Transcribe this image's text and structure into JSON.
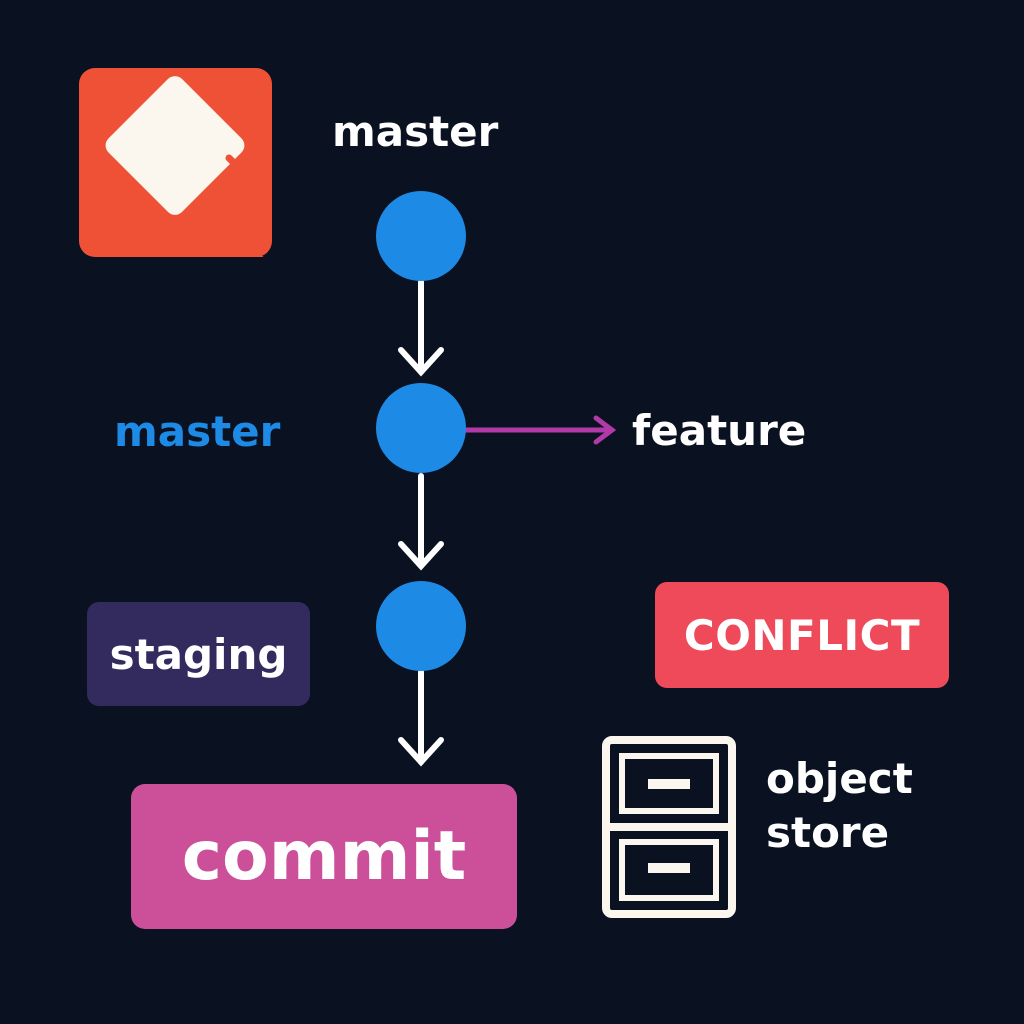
{
  "diagram": {
    "logo": {
      "icon": "git-logo-icon",
      "color": "#ef5136"
    },
    "branch_top_label": "master",
    "branch_mid_label": "master",
    "feature_label": "feature",
    "staging_label": "staging",
    "conflict_label": "CONFLICT",
    "commit_label": "commit",
    "object_store_line1": "object",
    "object_store_line2": "store",
    "object_store_icon": "file-cabinet-icon",
    "colors": {
      "background": "#0a1120",
      "commit_node": "#1d8ae6",
      "branch_arrow": "#b13aa8",
      "staging_bg": "#332a5e",
      "conflict_bg": "#ef4a5a",
      "commit_bg": "#cc4f99"
    },
    "commit_nodes": [
      "commit-node-1",
      "commit-node-2",
      "commit-node-3"
    ]
  }
}
